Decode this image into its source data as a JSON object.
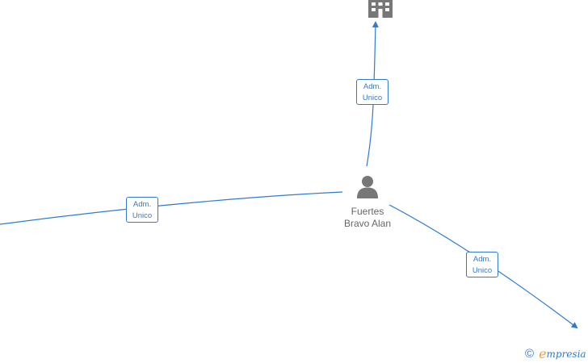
{
  "person": {
    "name_line1": "Fuertes",
    "name_line2": "Bravo Alan",
    "icon": "person-icon"
  },
  "company_node": {
    "icon": "building-icon"
  },
  "edges": [
    {
      "line1": "Adm.",
      "line2": "Unico"
    },
    {
      "line1": "Adm.",
      "line2": "Unico"
    },
    {
      "line1": "Adm.",
      "line2": "Unico"
    }
  ],
  "brand": {
    "copyright": "©",
    "e_mark": "e",
    "word": "mpresia"
  },
  "colors": {
    "edge": "#2e7bcf",
    "node_icon": "#777777",
    "text": "#666666"
  }
}
